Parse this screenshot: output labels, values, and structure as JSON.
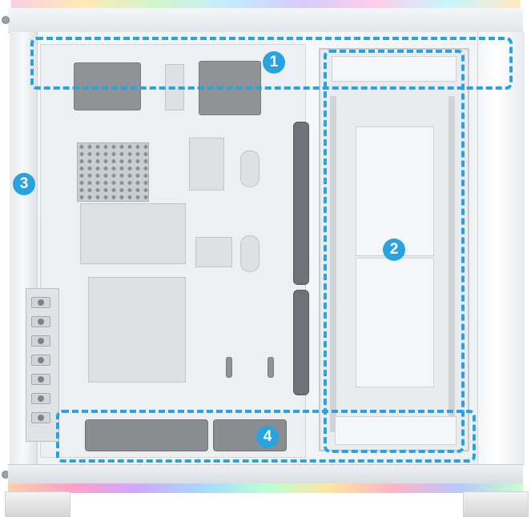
{
  "image": {
    "subject": "white-pc-case-side-view",
    "accent_color": "#29a3df",
    "case_color": "#f2f4f6",
    "callouts": [
      {
        "number": "1",
        "zone": "top-radiator-mount"
      },
      {
        "number": "2",
        "zone": "side-fan-bracket"
      },
      {
        "number": "3",
        "zone": "rear-panel-frame"
      },
      {
        "number": "4",
        "zone": "bottom-psu-shroud-vents"
      }
    ]
  }
}
